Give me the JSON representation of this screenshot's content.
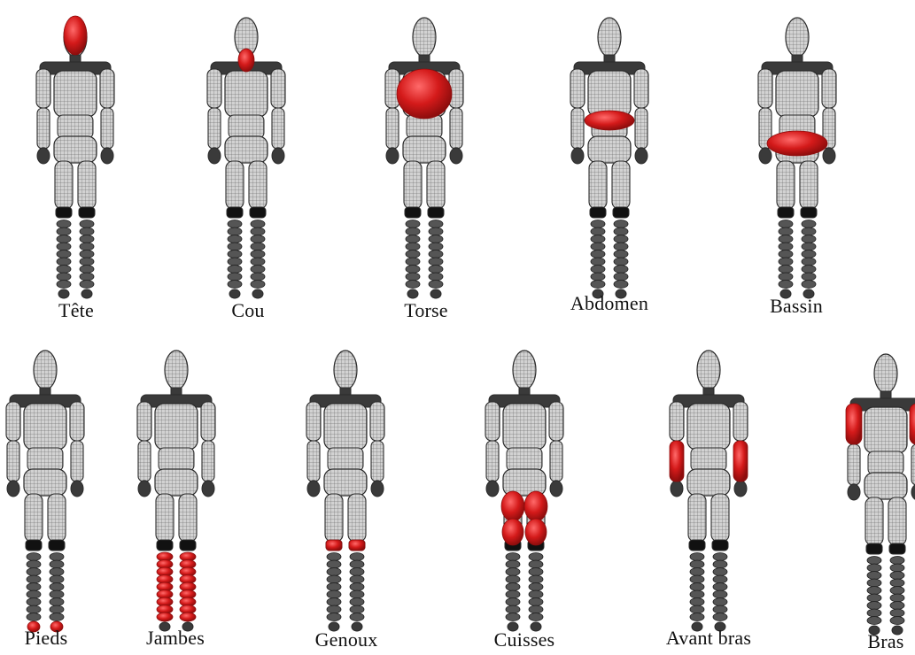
{
  "panels": [
    {
      "id": "tete",
      "label": "Tête",
      "highlight": "head"
    },
    {
      "id": "cou",
      "label": "Cou",
      "highlight": "neck"
    },
    {
      "id": "torse",
      "label": "Torse",
      "highlight": "torso"
    },
    {
      "id": "abdomen",
      "label": "Abdomen",
      "highlight": "abdomen"
    },
    {
      "id": "bassin",
      "label": "Bassin",
      "highlight": "pelvis"
    },
    {
      "id": "pieds",
      "label": "Pieds",
      "highlight": "feet"
    },
    {
      "id": "jambes",
      "label": "Jambes",
      "highlight": "legs"
    },
    {
      "id": "genoux",
      "label": "Genoux",
      "highlight": "knees"
    },
    {
      "id": "cuisses",
      "label": "Cuisses",
      "highlight": "thighs"
    },
    {
      "id": "avantbras",
      "label": "Avant bras",
      "highlight": "forearms"
    },
    {
      "id": "bras",
      "label": "Bras",
      "highlight": "upperarms"
    }
  ],
  "colors": {
    "highlight": "#d41a1a",
    "highlight_dark": "#8e0d0d",
    "body_fill": "#d2d2d2",
    "body_stroke": "#2a2a2a",
    "segment_dark": "#3a3a3a"
  }
}
